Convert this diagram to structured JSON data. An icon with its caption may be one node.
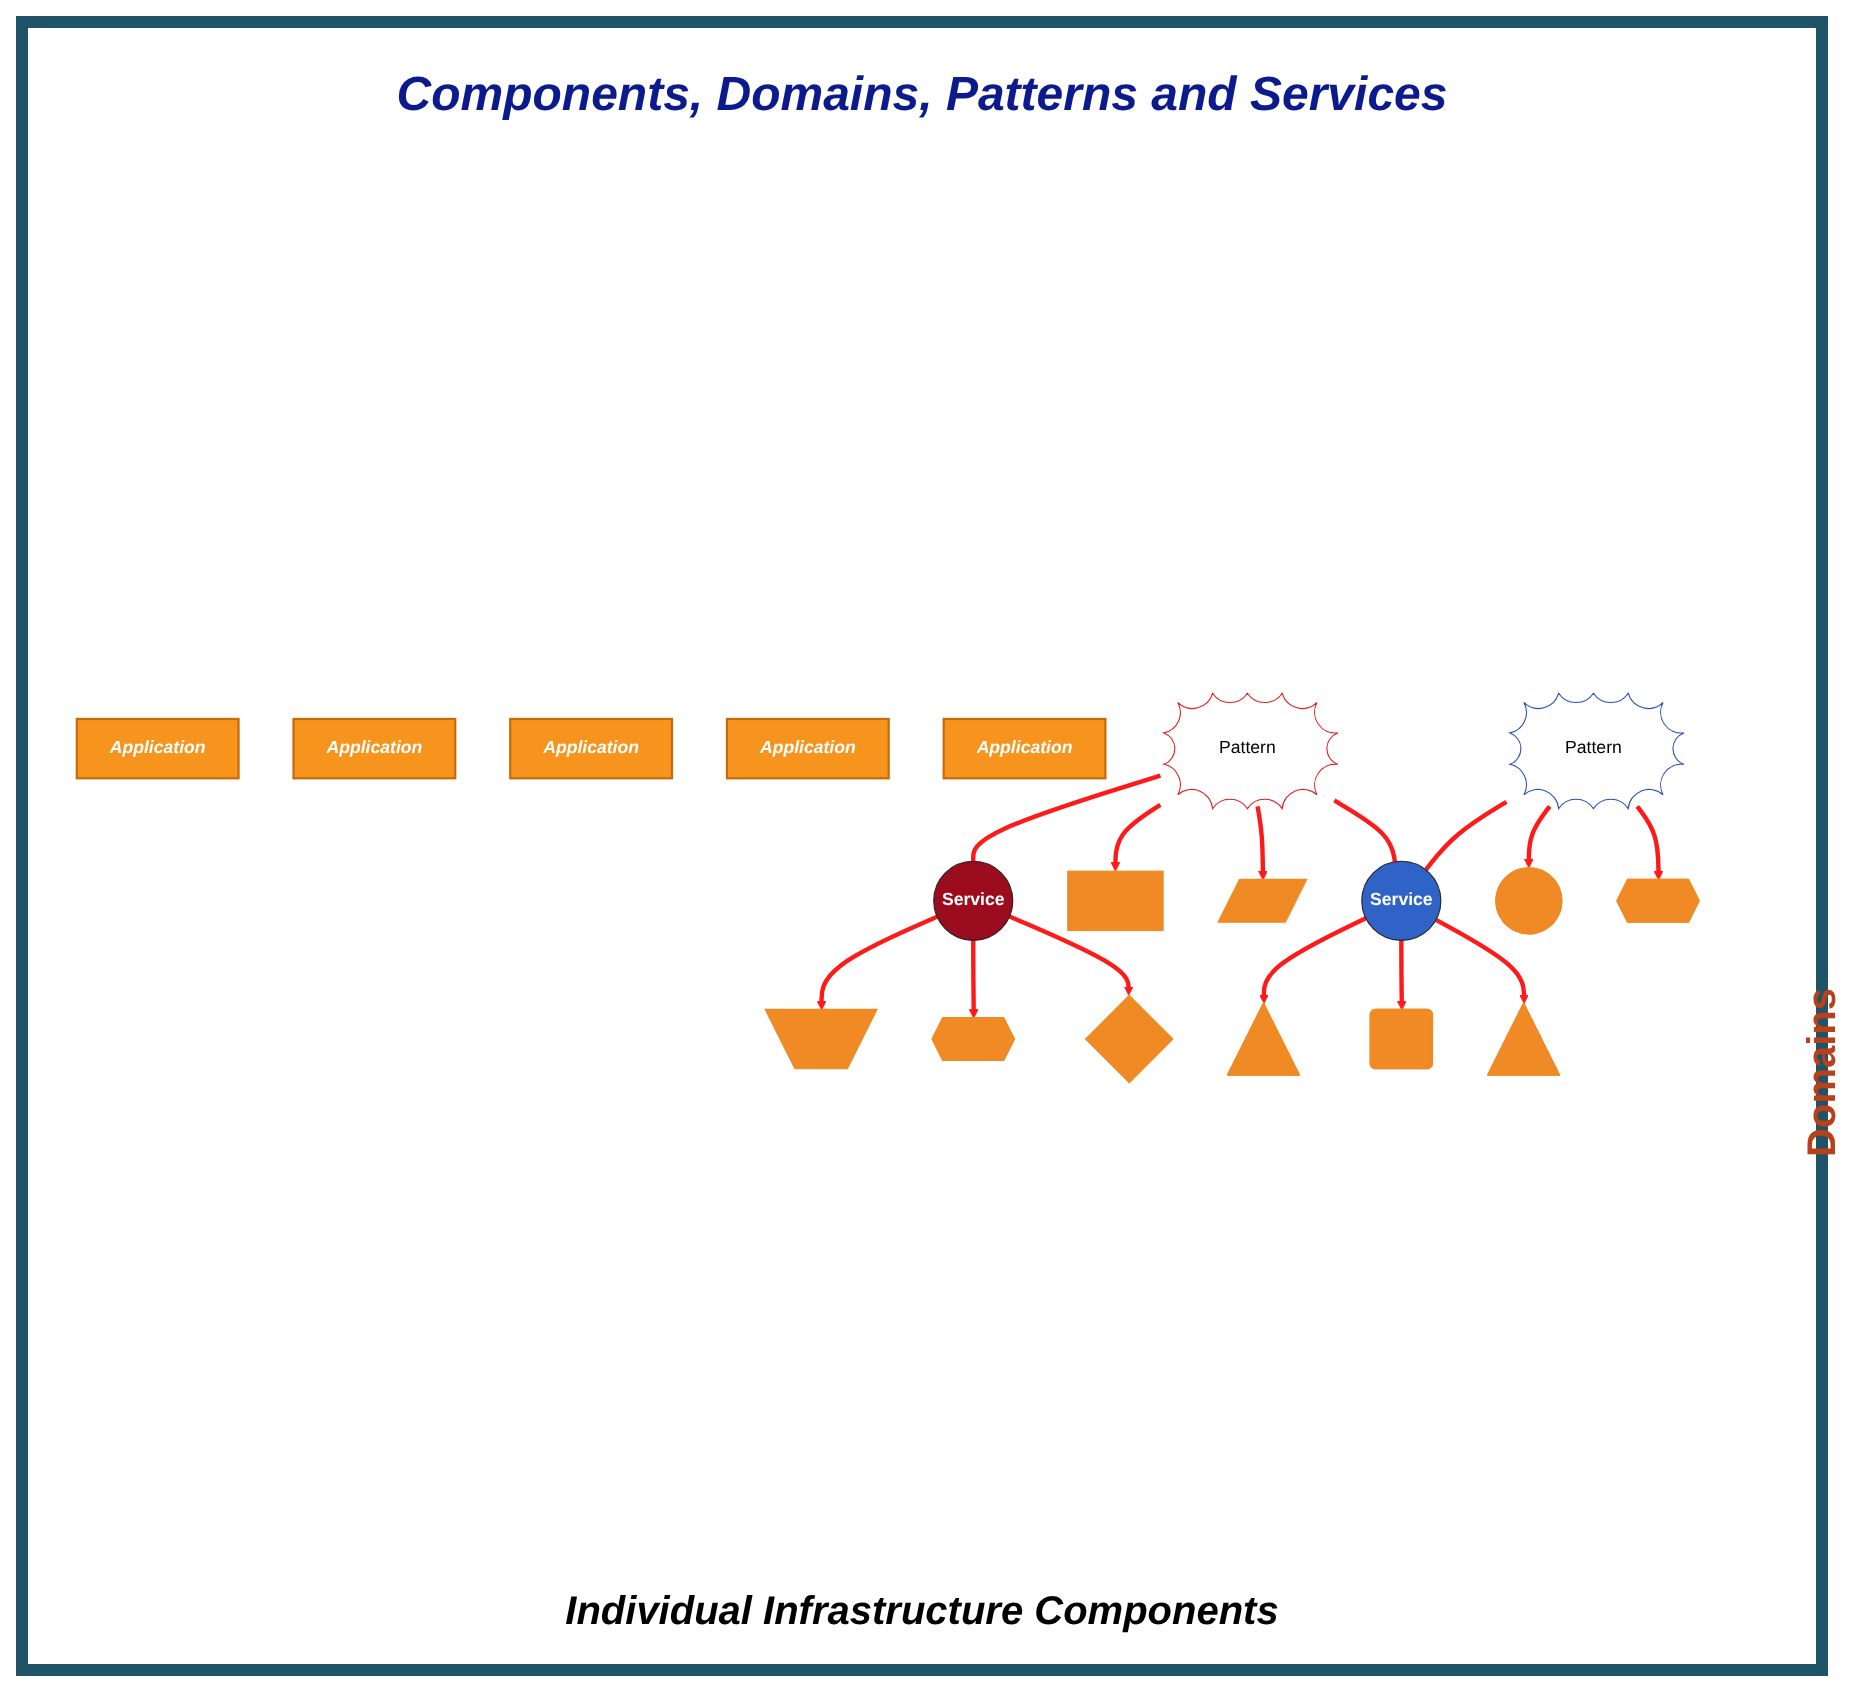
{
  "diagram": {
    "title": "Components, Domains, Patterns and Services",
    "caption": "Individual Infrastructure Components",
    "nodes": [
      {
        "text": [
          "Application"
        ]
      },
      {
        "text": [
          "Application"
        ]
      },
      {
        "text": [
          "Application"
        ]
      },
      {
        "text": [
          "Application"
        ]
      },
      {
        "text": [
          "Application"
        ]
      },
      {
        "text": [
          "Pattern"
        ]
      },
      {
        "text": [
          "Pattern"
        ]
      },
      {
        "text": [
          "Service"
        ]
      },
      {
        "text": [
          "Service"
        ]
      },
      {
        "text": [],
        "shape": "trapezoid"
      },
      {
        "text": [],
        "shape": "octagon"
      },
      {
        "text": [],
        "shape": "diamond"
      },
      {
        "text": [],
        "shape": "box"
      },
      {
        "text": [],
        "shape": "parallelogram"
      },
      {
        "text": [],
        "shape": "triangle"
      },
      {
        "text": [],
        "shape": "box"
      },
      {
        "text": [],
        "shape": "triangle"
      },
      {
        "text": [],
        "shape": "cross"
      },
      {
        "text": [],
        "shape": "hexagon"
      }
    ],
    "edges": [
      {
        "from": 5,
        "to": 7,
        "arrow": "none"
      },
      {
        "from": 5,
        "to": 12,
        "arrow": "to"
      },
      {
        "from": 5,
        "to": 13,
        "arrow": "to"
      },
      {
        "from": 5,
        "to": 8,
        "arrow": "none"
      },
      {
        "from": 6,
        "to": 8,
        "arrow": "none"
      },
      {
        "from": 6,
        "to": 17,
        "arrow": "to"
      },
      {
        "from": 6,
        "to": 18,
        "arrow": "to"
      },
      {
        "from": 7,
        "to": 9,
        "arrow": "to"
      },
      {
        "from": 7,
        "to": 10,
        "arrow": "to"
      },
      {
        "from": 7,
        "to": 11,
        "arrow": "to"
      },
      {
        "from": 8,
        "to": 14,
        "arrow": "to"
      },
      {
        "from": 8,
        "to": 15,
        "arrow": "to"
      },
      {
        "from": 8,
        "to": 16,
        "arrow": "to"
      }
    ],
    "labels": [
      "Domains"
    ]
  }
}
